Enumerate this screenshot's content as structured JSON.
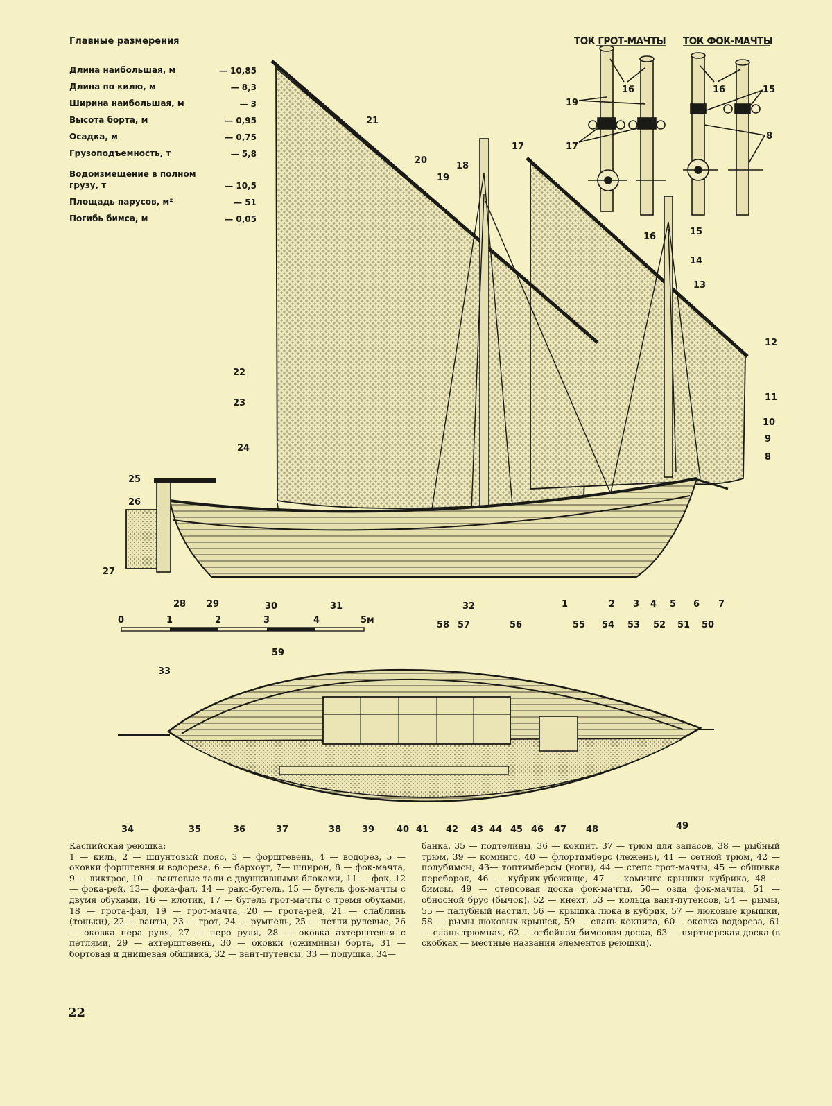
{
  "specs": {
    "title": "Главные размерения",
    "rows": [
      {
        "name": "Длина наибольшая, м",
        "value": "— 10,85"
      },
      {
        "name": "Длина по килю, м",
        "value": "— 8,3"
      },
      {
        "name": "Ширина наибольшая, м",
        "value": "— 3"
      },
      {
        "name": "Высота борта, м",
        "value": "— 0,95"
      },
      {
        "name": "Осадка, м",
        "value": "— 0,75"
      },
      {
        "name": "Грузоподъемность, т",
        "value": "— 5,8"
      },
      {
        "name": "Водоизмещение в полном грузу, т",
        "value": "— 10,5"
      },
      {
        "name": "Площадь парусов, м²",
        "value": "— 51"
      },
      {
        "name": "Погибь бимса, м",
        "value": "— 0,05"
      }
    ]
  },
  "mast_details": {
    "main_title": "ТОК ГРОТ-МАЧТЫ",
    "fore_title": "ТОК ФОК-МАЧТЫ"
  },
  "scale": {
    "ticks": [
      "0",
      "1",
      "2",
      "3",
      "4",
      "5м"
    ]
  },
  "side_labels": [
    "21",
    "20",
    "17",
    "18",
    "19",
    "16",
    "15",
    "14",
    "13",
    "12",
    "11",
    "10",
    "9",
    "8",
    "22",
    "23",
    "24",
    "25",
    "26",
    "27",
    "28",
    "29",
    "30",
    "31",
    "32",
    "1",
    "2",
    "3",
    "4",
    "5",
    "6",
    "7"
  ],
  "detail_labels": [
    "16",
    "19",
    "17",
    "16",
    "15",
    "8"
  ],
  "plan_labels": [
    "58",
    "57",
    "56",
    "55",
    "54",
    "53",
    "52",
    "51",
    "50",
    "59",
    "33",
    "34",
    "35",
    "36",
    "37",
    "38",
    "39",
    "40",
    "41",
    "42",
    "43",
    "44",
    "45",
    "46",
    "47",
    "48",
    "49"
  ],
  "caption": {
    "title": "Каспийская реюшка:",
    "left": "1 — киль, 2 — шпунтовый пояс, 3 — форштевень, 4 — водорез, 5 — оковки форштевня и водореза, 6 — бархоут, 7— шпирон, 8 — фок-мачта, 9 — ликтрос, 10 — вантовые тали с двушкивными блоками, 11 — фок, 12 — фока-рей, 13— фока-фал, 14 — ракс-бугель, 15 — бугель фок-мачты с двумя обухами, 16 — клотик, 17 — бугель грот-мачты с тремя обухами, 18 — грота-фал, 19 — грот-мачта, 20 — грота-рей, 21 — слаблинь (тоньки), 22 — ванты, 23 — грот, 24 — румпель, 25 — петли рулевые, 26 — оковка пера руля, 27 — перо руля, 28 — оковка ахтерштевня с петлями, 29 — ахтерштевень, 30 — оковки (ожимины) борта, 31 — бортовая и днищевая обшивка, 32 — вант-путенсы, 33 — подушка, 34—",
    "right": "банка, 35 — подтелины, 36 — кокпит, 37 — трюм для запасов, 38 — рыбный трюм, 39 — комингс, 40 — флортимберс (лежень), 41 — сетной трюм, 42 — полубимсы, 43— топтимберсы (ноги), 44 — степс грот-мачты, 45 — обшивка переборок, 46 — кубрик-убежище, 47 — комингс крышки кубрика, 48 — бимсы, 49 — степсовая доска фок-мачты, 50— озда фок-мачты, 51 — обносной брус (бычок), 52 — кнехт, 53 — кольца вант-путенсов, 54 — рымы, 55 — палубный настил, 56 — крышка люка в кубрик, 57 — люковые крышки, 58 — рымы люковых крышек, 59 — слань кокпита, 60— оковка водореза, 61 — слань трюмная, 62 — отбойная бимсовая доска, 63 — пяртнерская доска (в скобках — местные названия элементов реюшки)."
  },
  "page_number": "22"
}
